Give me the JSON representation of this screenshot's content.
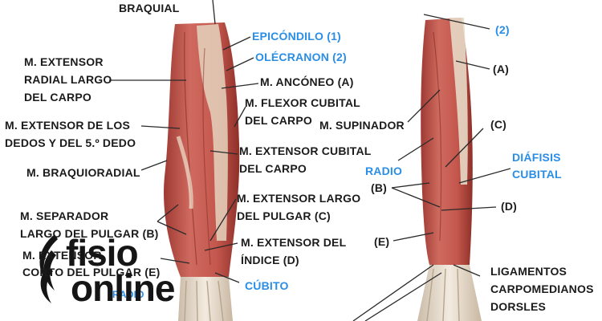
{
  "labels": {
    "braquial": "BRAQUIAL",
    "epicondilo": "EPICÓNDILO (1)",
    "olecranon": "OLÉCRANON (2)",
    "ext_rad_1": "M. EXTENSOR",
    "ext_rad_2": "RADIAL LARGO",
    "ext_rad_3": "DEL CARPO",
    "anconeo": "M. ANCÓNEO (A)",
    "flexor_cub_1": "M. FLEXOR CUBITAL",
    "flexor_cub_2": "DEL CARPO",
    "ext_dedos_1": "M. EXTENSOR DE LOS",
    "ext_dedos_2": "DEDOS Y DEL 5.º DEDO",
    "ext_cub_1": "M. EXTENSOR CUBITAL",
    "ext_cub_2": "DEL CARPO",
    "braquiorradial": "M. BRAQUIORADIAL",
    "ext_largo_pulgar_1": "M. EXTENSOR LARGO",
    "ext_largo_pulgar_2": "DEL PULGAR (C)",
    "separador_1": "M. SEPARADOR",
    "separador_2": "LARGO DEL PULGAR (B)",
    "ext_indice_1": "M. EXTENSOR DEL",
    "ext_indice_2": "ÍNDICE (D)",
    "ext_corto_1": "M. EXTENSOR",
    "ext_corto_2": "CORTO DEL PULGAR (E)",
    "cubito": "CÚBITO",
    "radio_left": "RADIO",
    "r_2": "(2)",
    "r_a": "(A)",
    "r_supinador": "M. SUPINADOR",
    "r_c": "(C)",
    "r_radio": "RADIO",
    "r_diafisis_1": "DIÁFISIS",
    "r_diafisis_2": "CUBITAL",
    "r_b": "(B)",
    "r_d": "(D)",
    "r_e": "(E)",
    "lig_1": "LIGAMENTOS",
    "lig_2": "CARPOMEDIANOS",
    "lig_3": "DORSLES"
  },
  "logo": {
    "word1": "fisio",
    "word2": "online"
  },
  "colors": {
    "label_text": "#1b1b1b",
    "label_blue": "#2a8ee6",
    "leader_line": "#2a2a2a",
    "muscle": "#c0524b",
    "tendon": "#e6d9c8"
  }
}
